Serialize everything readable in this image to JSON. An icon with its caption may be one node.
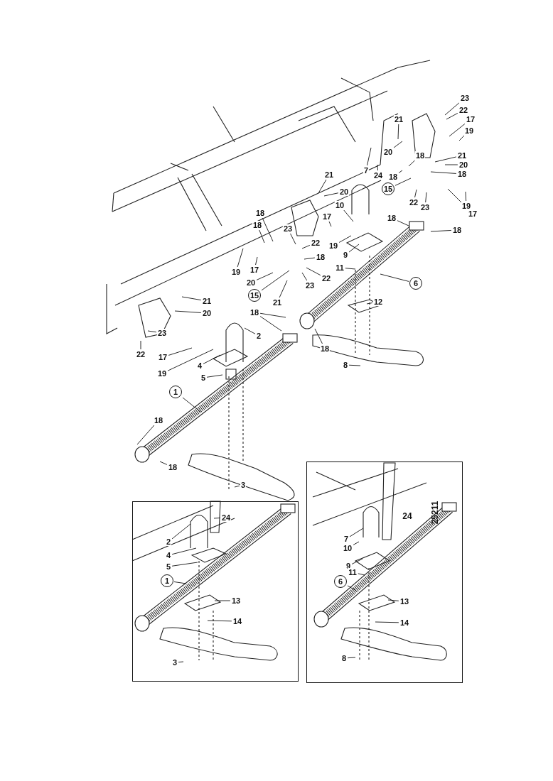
{
  "diagram": {
    "nodes": [
      {
        "text": [
          "23"
        ]
      },
      {
        "text": [
          "22"
        ]
      },
      {
        "text": [
          "17"
        ]
      },
      {
        "text": [
          "19"
        ]
      },
      {
        "text": [
          "21"
        ]
      },
      {
        "text": [
          "20"
        ]
      },
      {
        "text": [
          "18"
        ]
      },
      {
        "text": [
          "21"
        ]
      },
      {
        "text": [
          "20"
        ]
      },
      {
        "text": [
          "18"
        ]
      },
      {
        "text": [
          "18"
        ]
      },
      {
        "text": [
          "15"
        ]
      },
      {
        "text": [
          "7"
        ]
      },
      {
        "text": [
          "24"
        ]
      },
      {
        "text": [
          "22"
        ]
      },
      {
        "text": [
          "23"
        ]
      },
      {
        "text": [
          "17"
        ]
      },
      {
        "text": [
          "19"
        ]
      },
      {
        "text": [
          "21"
        ]
      },
      {
        "text": [
          "20"
        ]
      },
      {
        "text": [
          "10"
        ]
      },
      {
        "text": [
          "17"
        ]
      },
      {
        "text": [
          "18"
        ]
      },
      {
        "text": [
          "18"
        ]
      },
      {
        "text": [
          "23"
        ]
      },
      {
        "text": [
          "22"
        ]
      },
      {
        "text": [
          "18"
        ]
      },
      {
        "text": [
          "19"
        ]
      },
      {
        "text": [
          "17"
        ]
      },
      {
        "text": [
          "11"
        ]
      },
      {
        "text": [
          "22"
        ]
      },
      {
        "text": [
          "23"
        ]
      },
      {
        "text": [
          "20"
        ]
      },
      {
        "text": [
          "15"
        ]
      },
      {
        "text": [
          "21"
        ]
      },
      {
        "text": [
          "19"
        ]
      },
      {
        "text": [
          "9"
        ]
      },
      {
        "text": [
          "18"
        ]
      },
      {
        "text": [
          "18"
        ]
      },
      {
        "text": [
          "6"
        ]
      },
      {
        "text": [
          "12"
        ]
      },
      {
        "text": [
          "18"
        ]
      },
      {
        "text": [
          "18"
        ]
      },
      {
        "text": [
          "8"
        ]
      },
      {
        "text": [
          "21"
        ]
      },
      {
        "text": [
          "20"
        ]
      },
      {
        "text": [
          "23"
        ]
      },
      {
        "text": [
          "22"
        ]
      },
      {
        "text": [
          "17"
        ]
      },
      {
        "text": [
          "19"
        ]
      },
      {
        "text": [
          "2"
        ]
      },
      {
        "text": [
          "4"
        ]
      },
      {
        "text": [
          "5"
        ]
      },
      {
        "text": [
          "1"
        ]
      },
      {
        "text": [
          "18"
        ]
      },
      {
        "text": [
          "18"
        ]
      },
      {
        "text": [
          "3"
        ]
      },
      {
        "text": [],
        "shape": "box"
      },
      {
        "text": [
          "24"
        ],
        "in": 57
      },
      {
        "text": [
          "2"
        ],
        "in": 57
      },
      {
        "text": [
          "4"
        ],
        "in": 57
      },
      {
        "text": [
          "5"
        ],
        "in": 57
      },
      {
        "text": [
          "1"
        ],
        "in": 57
      },
      {
        "text": [
          "13"
        ],
        "in": 57
      },
      {
        "text": [
          "14"
        ],
        "in": 57
      },
      {
        "text": [
          "3"
        ],
        "in": 57
      },
      {
        "text": [],
        "shape": "box"
      },
      {
        "text": [
          "7"
        ],
        "in": 66
      },
      {
        "text": [
          "10"
        ],
        "in": 66
      },
      {
        "text": [
          "9"
        ],
        "in": 66
      },
      {
        "text": [
          "11"
        ],
        "in": 66
      },
      {
        "text": [
          "6"
        ],
        "in": 66
      },
      {
        "text": [
          "13"
        ],
        "in": 66
      },
      {
        "text": [
          "14"
        ],
        "in": 66
      },
      {
        "text": [
          "8"
        ],
        "in": 66
      }
    ],
    "edges": [
      {
        "from": 0,
        "to": null,
        "arrow": "none"
      },
      {
        "from": 1,
        "to": null,
        "arrow": "none"
      },
      {
        "from": 2,
        "to": null,
        "arrow": "none"
      },
      {
        "from": 3,
        "to": null,
        "arrow": "none"
      },
      {
        "from": 4,
        "to": null,
        "arrow": "none"
      },
      {
        "from": 5,
        "to": null,
        "arrow": "none"
      },
      {
        "from": 6,
        "to": null,
        "arrow": "none"
      },
      {
        "from": 7,
        "to": null,
        "arrow": "none"
      },
      {
        "from": 8,
        "to": null,
        "arrow": "none"
      },
      {
        "from": 9,
        "to": null,
        "arrow": "none"
      },
      {
        "from": 10,
        "to": null,
        "arrow": "none"
      },
      {
        "from": 11,
        "to": null,
        "arrow": "none"
      },
      {
        "from": 12,
        "to": null,
        "arrow": "none"
      },
      {
        "from": 13,
        "to": null,
        "arrow": "none"
      },
      {
        "from": 14,
        "to": null,
        "arrow": "none"
      },
      {
        "from": 15,
        "to": null,
        "arrow": "none"
      },
      {
        "from": 16,
        "to": null,
        "arrow": "none"
      },
      {
        "from": 17,
        "to": null,
        "arrow": "none"
      },
      {
        "from": 18,
        "to": null,
        "arrow": "none"
      },
      {
        "from": 19,
        "to": null,
        "arrow": "none"
      },
      {
        "from": 20,
        "to": null,
        "arrow": "none"
      },
      {
        "from": 21,
        "to": null,
        "arrow": "none"
      },
      {
        "from": 22,
        "to": null,
        "arrow": "none"
      },
      {
        "from": 23,
        "to": null,
        "arrow": "none"
      },
      {
        "from": 24,
        "to": null,
        "arrow": "none"
      },
      {
        "from": 25,
        "to": null,
        "arrow": "none"
      },
      {
        "from": 26,
        "to": null,
        "arrow": "none"
      },
      {
        "from": 27,
        "to": null,
        "arrow": "none"
      },
      {
        "from": 28,
        "to": null,
        "arrow": "none"
      },
      {
        "from": 29,
        "to": null,
        "arrow": "none"
      },
      {
        "from": 30,
        "to": null,
        "arrow": "none"
      },
      {
        "from": 31,
        "to": null,
        "arrow": "none"
      },
      {
        "from": 32,
        "to": null,
        "arrow": "none"
      },
      {
        "from": 33,
        "to": null,
        "arrow": "none"
      },
      {
        "from": 34,
        "to": null,
        "arrow": "none"
      },
      {
        "from": 35,
        "to": null,
        "arrow": "none"
      },
      {
        "from": 36,
        "to": null,
        "arrow": "none"
      },
      {
        "from": 37,
        "to": null,
        "arrow": "none"
      },
      {
        "from": 38,
        "to": null,
        "arrow": "none"
      },
      {
        "from": 39,
        "to": null,
        "arrow": "none"
      },
      {
        "from": 40,
        "to": null,
        "arrow": "none"
      },
      {
        "from": 41,
        "to": null,
        "arrow": "none"
      },
      {
        "from": 41,
        "to": null,
        "arrow": "none"
      },
      {
        "from": 42,
        "to": null,
        "arrow": "none"
      },
      {
        "from": 43,
        "to": null,
        "arrow": "none"
      },
      {
        "from": 44,
        "to": null,
        "arrow": "none"
      },
      {
        "from": 45,
        "to": null,
        "arrow": "none"
      },
      {
        "from": 46,
        "to": null,
        "arrow": "none"
      },
      {
        "from": 47,
        "to": null,
        "arrow": "none"
      },
      {
        "from": 48,
        "to": null,
        "arrow": "none"
      },
      {
        "from": 49,
        "to": null,
        "arrow": "none"
      },
      {
        "from": 50,
        "to": null,
        "arrow": "none"
      },
      {
        "from": 51,
        "to": null,
        "arrow": "none"
      },
      {
        "from": 52,
        "to": null,
        "arrow": "none"
      },
      {
        "from": 53,
        "to": null,
        "arrow": "none"
      },
      {
        "from": 54,
        "to": null,
        "arrow": "none"
      },
      {
        "from": 55,
        "to": null,
        "arrow": "none"
      },
      {
        "from": 56,
        "to": null,
        "arrow": "none"
      },
      {
        "from": 58,
        "to": null,
        "arrow": "none"
      },
      {
        "from": 59,
        "to": null,
        "arrow": "none"
      },
      {
        "from": 60,
        "to": null,
        "arrow": "none"
      },
      {
        "from": 61,
        "to": null,
        "arrow": "none"
      },
      {
        "from": 62,
        "to": null,
        "arrow": "none"
      },
      {
        "from": 63,
        "to": null,
        "arrow": "none"
      },
      {
        "from": 64,
        "to": null,
        "arrow": "none"
      },
      {
        "from": 65,
        "to": null,
        "arrow": "none"
      },
      {
        "from": 67,
        "to": null,
        "arrow": "none"
      },
      {
        "from": 68,
        "to": null,
        "arrow": "none"
      },
      {
        "from": 69,
        "to": null,
        "arrow": "none"
      },
      {
        "from": 70,
        "to": null,
        "arrow": "none"
      },
      {
        "from": 71,
        "to": null,
        "arrow": "none"
      },
      {
        "from": 72,
        "to": null,
        "arrow": "none"
      },
      {
        "from": 73,
        "to": null,
        "arrow": "none"
      },
      {
        "from": 74,
        "to": null,
        "arrow": "none"
      }
    ],
    "labels": [
      "25211",
      "24"
    ]
  }
}
